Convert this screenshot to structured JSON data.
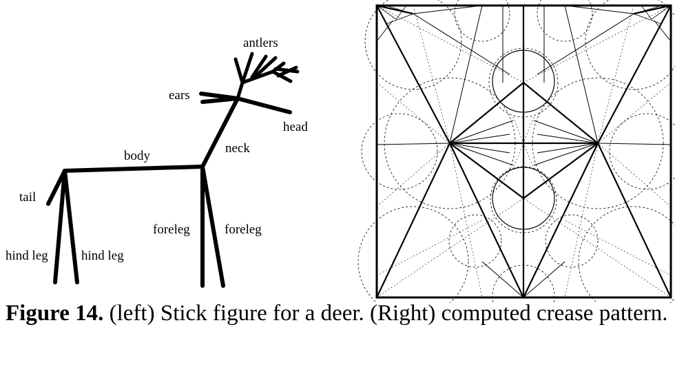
{
  "stick_figure": {
    "labels": {
      "antlers": "antlers",
      "ears": "ears",
      "head": "head",
      "neck": "neck",
      "body": "body",
      "tail": "tail",
      "foreleg_left": "foreleg",
      "foreleg_right": "foreleg",
      "hind_leg_left": "hind leg",
      "hind_leg_right": "hind leg"
    }
  },
  "caption": {
    "title": "Figure 14.",
    "text": " (left) Stick figure for a deer. (Right) computed crease pattern."
  }
}
